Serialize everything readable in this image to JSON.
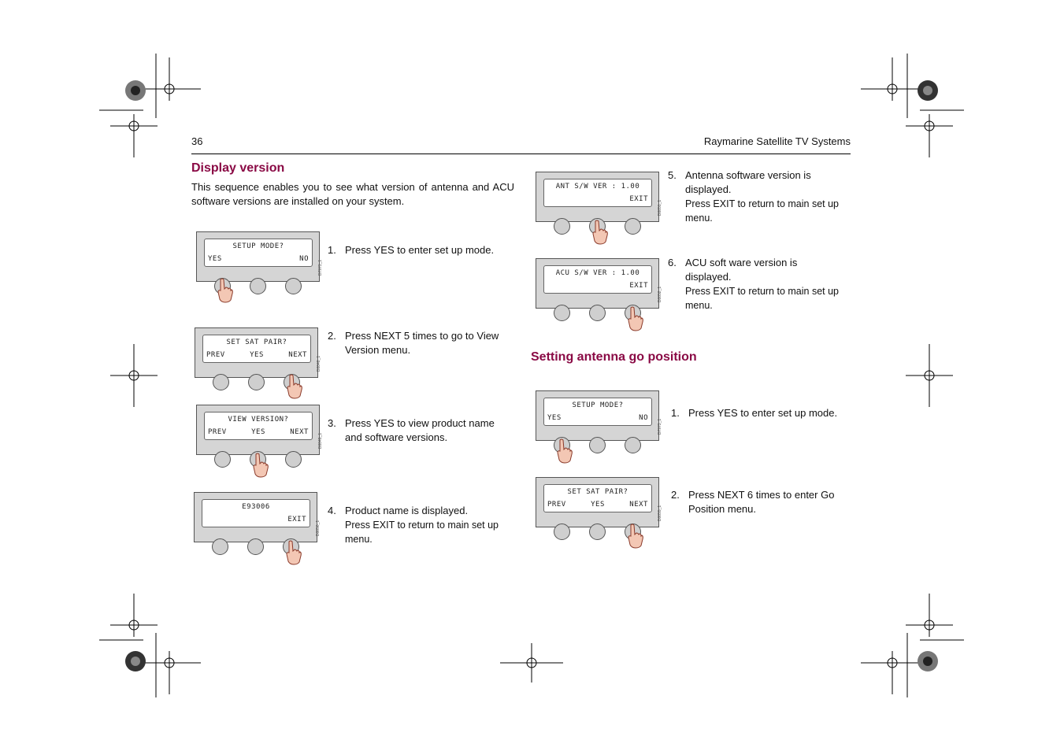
{
  "header": {
    "page_number": "36",
    "doc_title": "Raymarine Satellite TV Systems"
  },
  "left": {
    "heading": "Display version",
    "intro": "This sequence enables you to see what version of antenna and ACU software versions are installed on your system.",
    "steps": [
      {
        "num": "1.",
        "text": "Press YES to enter set up mode.",
        "sub": "",
        "lcd": {
          "line1": "SETUP MODE?",
          "line2": [
            "YES",
            "NO"
          ]
        },
        "code": "D7973_1"
      },
      {
        "num": "2.",
        "text": "Press NEXT 5 times to go to View Version menu.",
        "sub": "",
        "lcd": {
          "line1": "SET SAT PAIR?",
          "line2": [
            "PREV",
            "YES",
            "NEXT"
          ]
        },
        "code": "D8848_1"
      },
      {
        "num": "3.",
        "text": "Press YES to view product name and software versions.",
        "sub": "",
        "lcd": {
          "line1": "VIEW VERSION?",
          "line2": [
            "PREV",
            "YES",
            "NEXT"
          ]
        },
        "code": "D8849_1"
      },
      {
        "num": "4.",
        "text": "Product name is displayed.",
        "sub": "Press EXIT to return to main set up menu.",
        "lcd": {
          "line1": "E93006",
          "line2": [
            "EXIT"
          ]
        },
        "code": "D8850_1"
      }
    ]
  },
  "right": {
    "steps_top": [
      {
        "num": "5.",
        "text": "Antenna software version is displayed.",
        "sub": "Press  EXIT to return to main set up menu.",
        "lcd": {
          "line1": "ANT S/W VER : 1.00",
          "line2": [
            "EXIT"
          ]
        },
        "code": "D8851_1"
      },
      {
        "num": "6.",
        "text": "ACU soft ware version is displayed.",
        "sub": "Press EXIT to return to main set up menu.",
        "lcd": {
          "line1": "ACU S/W VER : 1.00",
          "line2": [
            "EXIT"
          ]
        },
        "code": "D8852_1"
      }
    ],
    "heading": "Setting antenna go position",
    "steps_bottom": [
      {
        "num": "1.",
        "text": "Press YES to enter set up mode.",
        "sub": "",
        "lcd": {
          "line1": "SETUP MODE?",
          "line2": [
            "YES",
            "NO"
          ]
        },
        "code": "D7973_1"
      },
      {
        "num": "2.",
        "text": "Press NEXT 6 times to enter Go Position menu.",
        "sub": "",
        "lcd": {
          "line1": "SET SAT PAIR?",
          "line2": [
            "PREV",
            "YES",
            "NEXT"
          ]
        },
        "code": "D8855_1"
      }
    ]
  }
}
